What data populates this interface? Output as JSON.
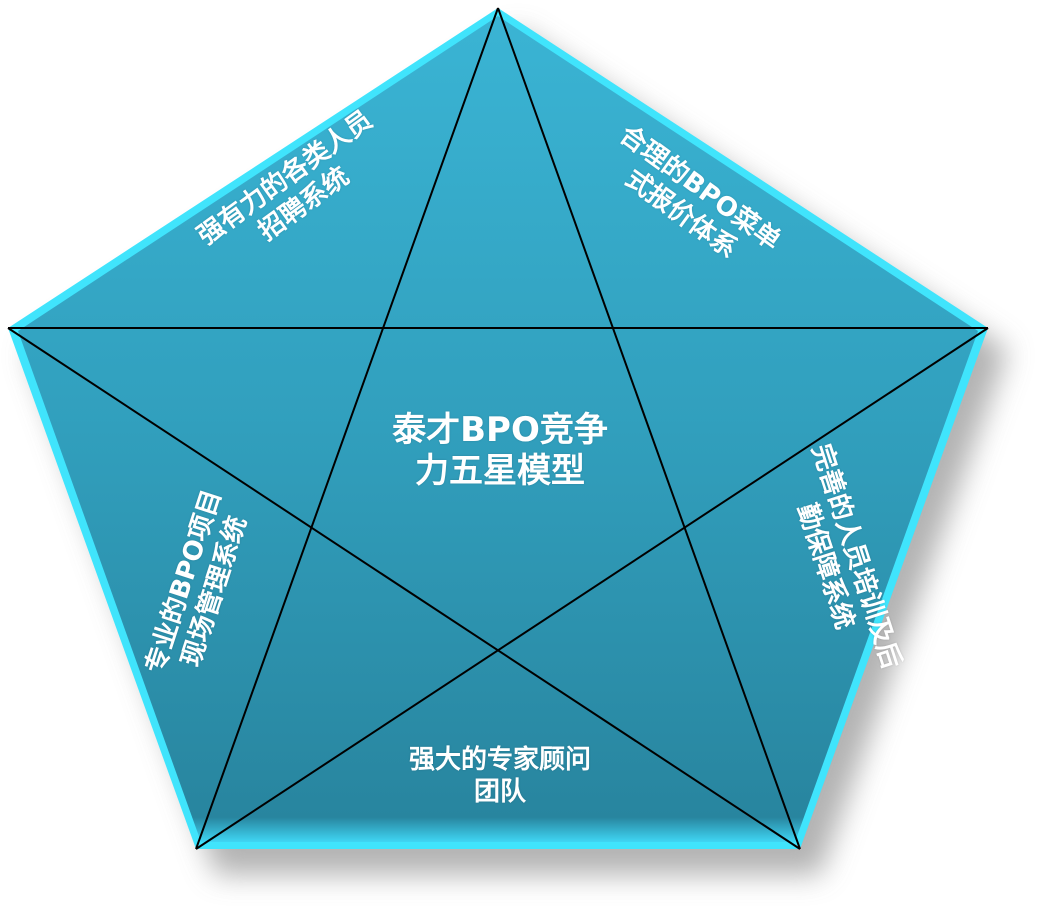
{
  "diagram": {
    "type": "pentagon-five-star-model",
    "center_title": [
      "泰才BPO竞争",
      "力五星模型"
    ],
    "segments": [
      {
        "position": "top-left",
        "lines": [
          "强有力的各类人员",
          "招聘系统"
        ]
      },
      {
        "position": "top-right",
        "lines": [
          "合理的BPO菜单",
          "式报价体系"
        ]
      },
      {
        "position": "right",
        "lines": [
          "完善的人员培训及后",
          "勤保障系统"
        ]
      },
      {
        "position": "bottom",
        "lines": [
          "强大的专家顾问",
          "团队"
        ]
      },
      {
        "position": "left",
        "lines": [
          "专业的BPO项目",
          "现场管理系统"
        ]
      }
    ],
    "colors": {
      "fill_top": "#38b0d0",
      "fill_bottom": "#2a88a0",
      "edge_highlight": "#40e8ff",
      "lines": "#000000",
      "text": "#ffffff",
      "shadow": "#b0b0b0"
    }
  }
}
